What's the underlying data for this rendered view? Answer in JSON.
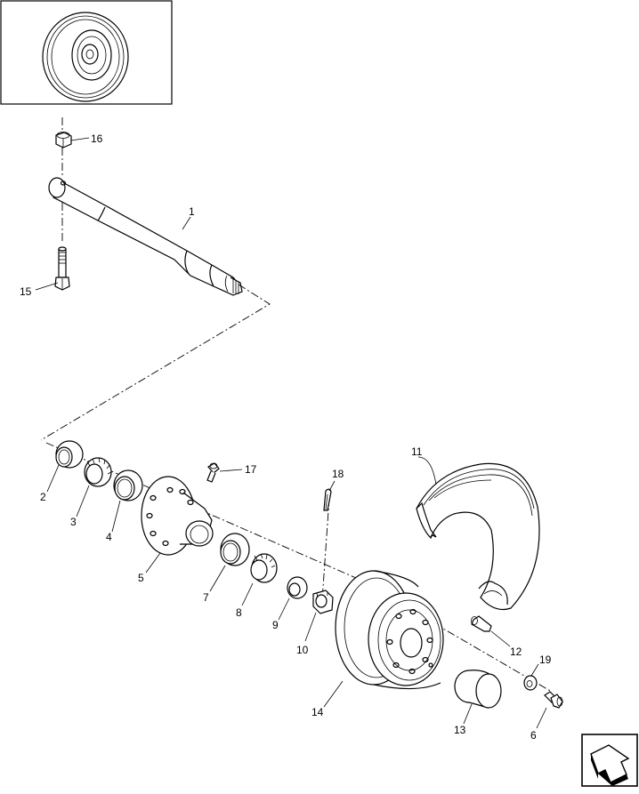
{
  "diagram": {
    "callouts": [
      {
        "id": "c1",
        "label": "1"
      },
      {
        "id": "c2",
        "label": "2"
      },
      {
        "id": "c3",
        "label": "3"
      },
      {
        "id": "c4",
        "label": "4"
      },
      {
        "id": "c5",
        "label": "5"
      },
      {
        "id": "c6",
        "label": "6"
      },
      {
        "id": "c7",
        "label": "7"
      },
      {
        "id": "c8",
        "label": "8"
      },
      {
        "id": "c9",
        "label": "9"
      },
      {
        "id": "c10",
        "label": "10"
      },
      {
        "id": "c11",
        "label": "11"
      },
      {
        "id": "c12",
        "label": "12"
      },
      {
        "id": "c13",
        "label": "13"
      },
      {
        "id": "c14",
        "label": "14"
      },
      {
        "id": "c15",
        "label": "15"
      },
      {
        "id": "c16",
        "label": "16"
      },
      {
        "id": "c17",
        "label": "17"
      },
      {
        "id": "c18",
        "label": "18"
      },
      {
        "id": "c19",
        "label": "19"
      }
    ]
  },
  "navigation": {
    "icon": "next-page-arrow-icon"
  }
}
